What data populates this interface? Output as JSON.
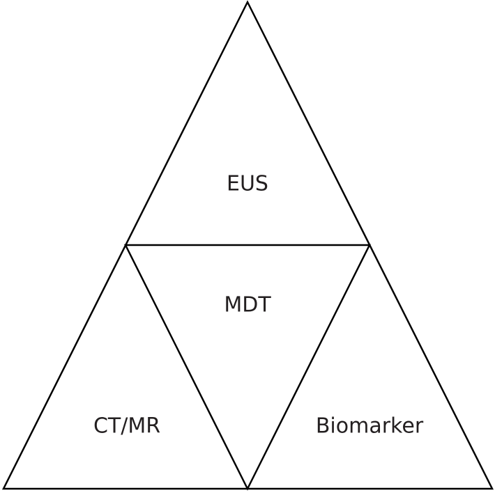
{
  "labels": {
    "top": "EUS",
    "center": "MDT",
    "left": "CT/MR",
    "right": "Biomarker"
  },
  "colors": {
    "stroke": "#000000",
    "text": "#231f20"
  }
}
